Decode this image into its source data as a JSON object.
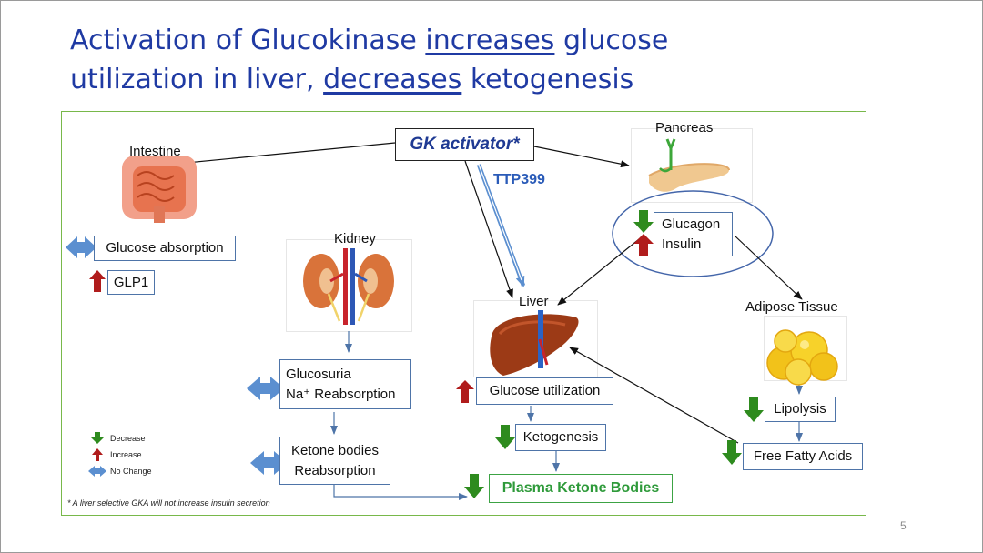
{
  "title": {
    "pre": "Activation of Glucokinase ",
    "u1": "increases",
    "mid": " glucose",
    "line2_pre": "utilization in liver, ",
    "u2": "decreases",
    "post": " ketogenesis"
  },
  "activator": {
    "label": "GK activator*",
    "drug": "TTP399"
  },
  "organs": {
    "intestine": "Intestine",
    "pancreas": "Pancreas",
    "kidney": "Kidney",
    "liver": "Liver",
    "adipose": "Adipose Tissue"
  },
  "boxes": {
    "glucose_absorption": "Glucose absorption",
    "glp1": "GLP1",
    "glucagon": "Glucagon",
    "insulin": "Insulin",
    "glucosuria": "Glucosuria",
    "na_reabsorption": "Na⁺ Reabsorption",
    "ketone_bodies": "Ketone bodies",
    "reabsorption": "Reabsorption",
    "glucose_utilization": "Glucose utilization",
    "ketogenesis": "Ketogenesis",
    "plasma_ketone": "Plasma Ketone Bodies",
    "lipolysis": "Lipolysis",
    "free_fatty_acids": "Free Fatty Acids"
  },
  "legend": {
    "decrease": "Decrease",
    "increase": "Increase",
    "no_change": "No Change"
  },
  "footnote": "* A liver selective GKA will not increase insulin secretion",
  "page_number": "5",
  "colors": {
    "title": "#1f3aa3",
    "frame": "#78b84a",
    "box_border": "#4e74a8",
    "decrease_arrow": "#2e8b1e",
    "increase_arrow": "#b01c1c",
    "no_change_arrow": "#5b8fd0",
    "ttp_arrow": "#5b8fd0",
    "plasma_text": "#2e9a3a"
  }
}
